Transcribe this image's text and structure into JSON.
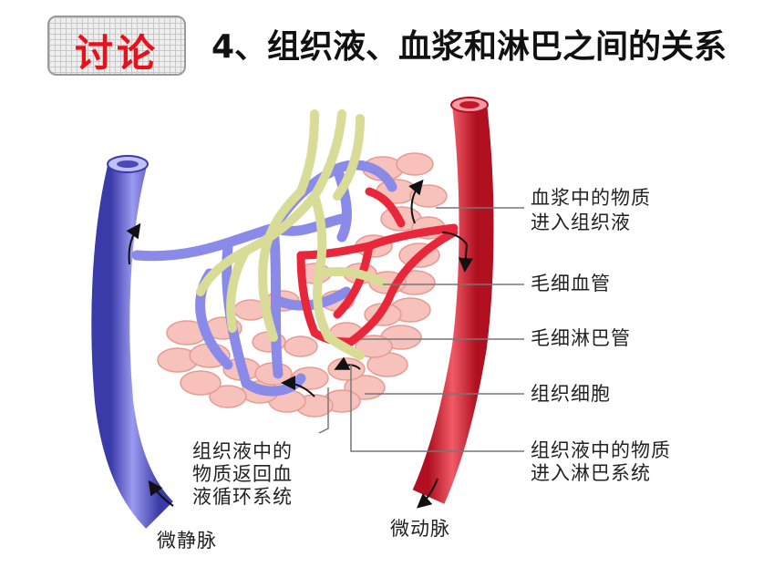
{
  "header": {
    "badge": "讨论",
    "title": "4、组织液、血浆和淋巴之间的关系"
  },
  "labels": {
    "plasma_to_tissue_1": "血浆中的物质",
    "plasma_to_tissue_2": "进入组织液",
    "capillary": "毛细血管",
    "lymph_capillary": "毛细淋巴管",
    "tissue_cell": "组织细胞",
    "tissue_to_lymph_1": "组织液中的物质",
    "tissue_to_lymph_2": "进入淋巴系统",
    "tissue_to_blood_1": "组织液中的",
    "tissue_to_blood_2": "物质返回血",
    "tissue_to_blood_3": "液循环系统",
    "venule": "微静脉",
    "arteriole": "微动脉"
  },
  "colors": {
    "badge_text": "#e8101a",
    "vein": "#6a6ad8",
    "artery": "#e0283a",
    "lymph": "#d8dc96",
    "cells": "#f7c2bc"
  }
}
